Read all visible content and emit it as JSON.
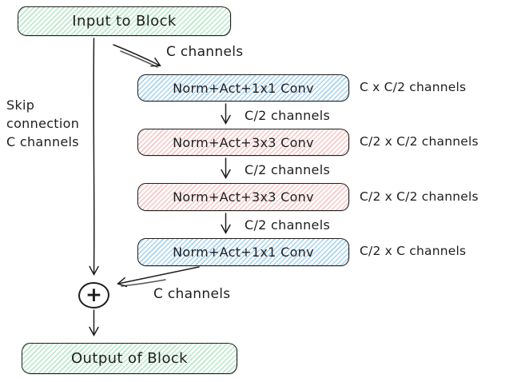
{
  "diagram": {
    "kind": "residual-bottleneck-block",
    "nodes": {
      "input": {
        "label": "Input to Block"
      },
      "conv1": {
        "label": "Norm+Act+1x1 Conv",
        "dim_label": "C x C/2 channels"
      },
      "conv2": {
        "label": "Norm+Act+3x3 Conv",
        "dim_label": "C/2 x C/2 channels"
      },
      "conv3": {
        "label": "Norm+Act+3x3 Conv",
        "dim_label": "C/2 x C/2 channels"
      },
      "conv4": {
        "label": "Norm+Act+1x1 Conv",
        "dim_label": "C/2 x C channels"
      },
      "sum": {
        "symbol": "+"
      },
      "output": {
        "label": "Output of Block"
      }
    },
    "edges": {
      "input_to_conv1": "C channels",
      "conv1_to_conv2": "C/2 channels",
      "conv2_to_conv3": "C/2 channels",
      "conv3_to_conv4": "C/2 channels",
      "conv4_to_sum": "C channels",
      "skip_lines": [
        "Skip",
        "connection",
        "C channels"
      ]
    },
    "colors": {
      "ink": "#1e1e1e",
      "green_hatch": "#aae2be",
      "blue_hatch": "#96cbee",
      "pink_hatch": "#f6bcbc",
      "background": "#ffffff"
    }
  }
}
